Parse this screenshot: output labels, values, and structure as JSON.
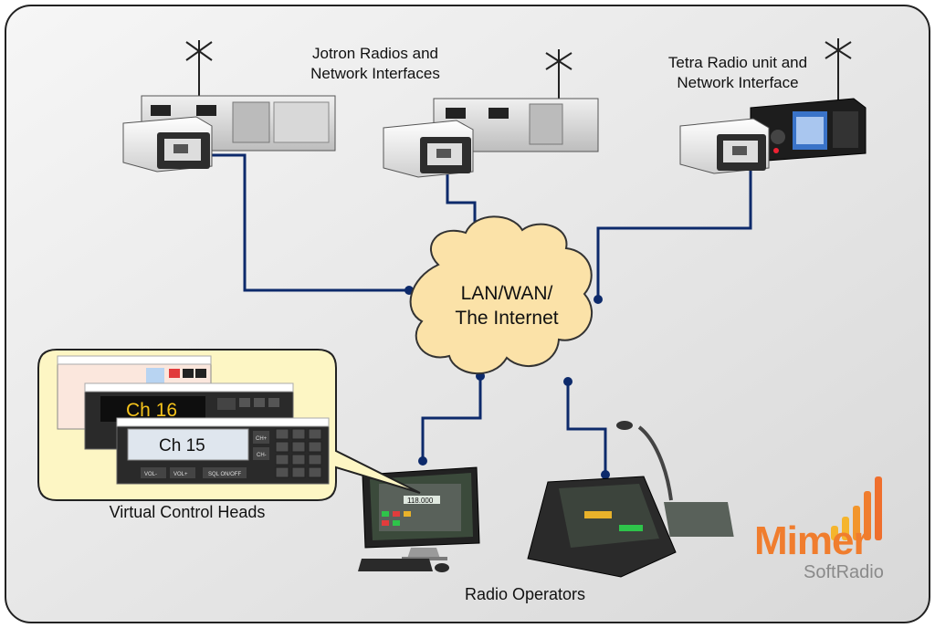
{
  "labels": {
    "jotron_line1": "Jotron Radios and",
    "jotron_line2": "Network Interfaces",
    "tetra_line1": "Tetra Radio unit and",
    "tetra_line2": "Network Interface",
    "cloud_line1": "LAN/WAN/",
    "cloud_line2": "The Internet",
    "virtual_heads": "Virtual Control Heads",
    "radio_operators": "Radio Operators"
  },
  "control_heads": {
    "front_channel": "Ch 15",
    "middle_channel": "Ch 16",
    "front_buttons": [
      "VOL-",
      "VOL+",
      "SQL ON/OFF"
    ],
    "front_side_buttons": [
      "CH+",
      "CH-"
    ]
  },
  "operator_display": {
    "frequency": "118.000"
  },
  "logo": {
    "word": "Mimer",
    "sub": "SoftRadio",
    "color": "#f07d2e",
    "bar_color": "#f5b52d"
  },
  "colors": {
    "link": "#0d2a6b",
    "cloud_fill": "#fbe2a8",
    "callout_fill": "#fdf6c4",
    "panel_fill": "#e4e4e4"
  }
}
